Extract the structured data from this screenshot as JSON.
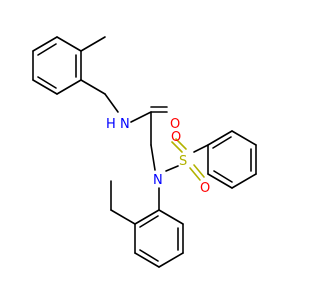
{
  "molecule": {
    "atoms": {
      "amide_n": {
        "text": "N",
        "color": "#0000ff"
      },
      "amide_h": {
        "text": "H",
        "color": "#0000ff"
      },
      "carbonyl_o": {
        "text": "O",
        "color": "#ff0000"
      },
      "sulfonyl_s": {
        "text": "S",
        "color": "#b2b200"
      },
      "sulfonyl_o1": {
        "text": "O",
        "color": "#ff0000"
      },
      "sulfonyl_o2": {
        "text": "O",
        "color": "#ff0000"
      },
      "sulfonamide_n": {
        "text": "N",
        "color": "#0000ff"
      }
    }
  }
}
